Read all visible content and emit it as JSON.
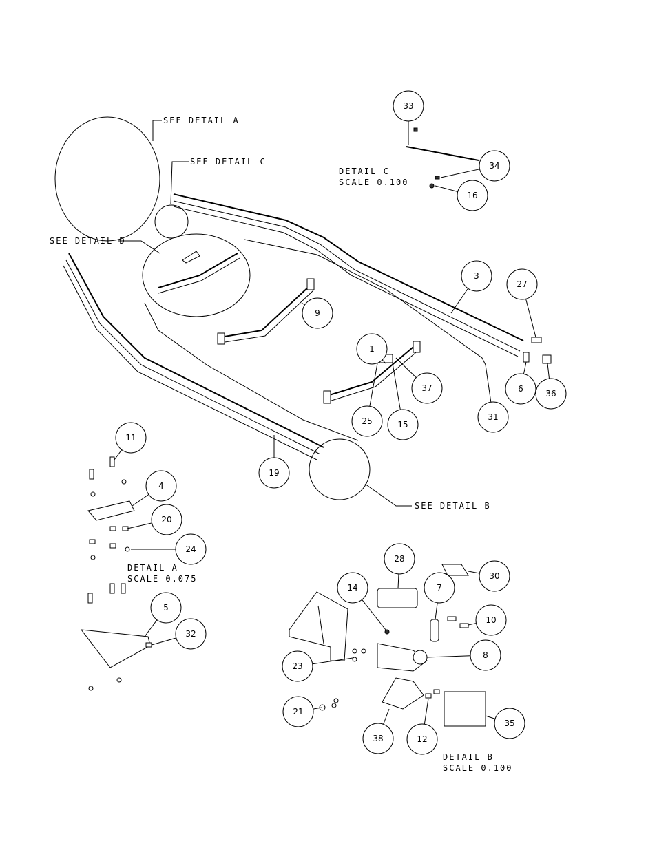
{
  "callouts": {
    "see_detail_a": "SEE DETAIL  A",
    "see_detail_c": "SEE DETAIL  C",
    "see_detail_d": "SEE DETAIL  D",
    "see_detail_b": "SEE DETAIL  B"
  },
  "details": {
    "c": {
      "title": "DETAIL  C",
      "scale": "SCALE  0.100"
    },
    "a": {
      "title": "DETAIL  A",
      "scale": "SCALE  0.075"
    },
    "b": {
      "title": "DETAIL  B",
      "scale": "SCALE  0.100"
    }
  },
  "balloons": [
    "33",
    "34",
    "16",
    "3",
    "27",
    "9",
    "1",
    "37",
    "25",
    "15",
    "31",
    "6",
    "36",
    "11",
    "19",
    "4",
    "20",
    "24",
    "28",
    "14",
    "7",
    "30",
    "10",
    "8",
    "5",
    "32",
    "23",
    "21",
    "35",
    "38",
    "12"
  ]
}
